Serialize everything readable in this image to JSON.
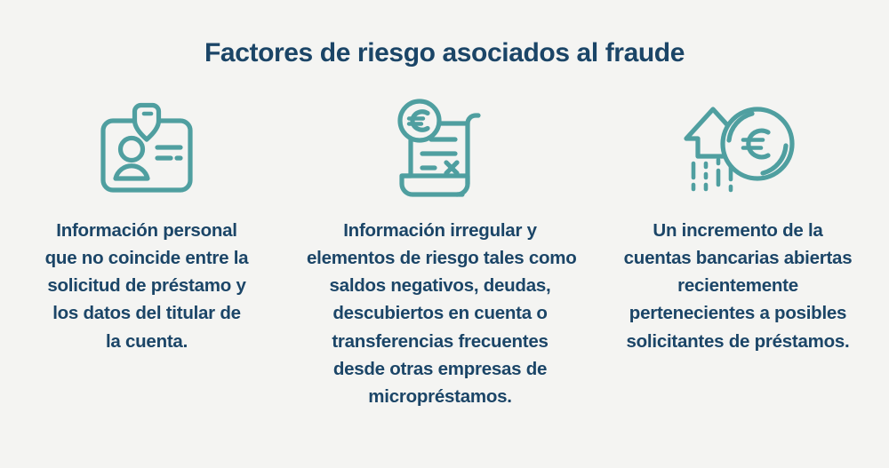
{
  "page": {
    "title": "Factores de riesgo asociados al fraude",
    "background_color": "#f4f4f2",
    "text_color": "#1b4567",
    "icon_color": "#4f9fa0"
  },
  "columns": [
    {
      "icon": "id-card-person-icon",
      "caption": "Información personal que no coincide entre la solicitud de préstamo y los datos del titular de la cuenta.",
      "lines": [
        "Información personal",
        "que no coincide entre la",
        "solicitud de préstamo y",
        "los datos del titular de",
        "la cuenta."
      ]
    },
    {
      "icon": "invoice-scroll-euro-icon",
      "caption": "Información irregular y elementos de riesgo tales como saldos negativos, deudas, descubiertos en cuenta o transferencias frecuentes desde otras empresas de micropréstamos.",
      "lines": [
        "Información irregular y",
        "elementos de riesgo tales como",
        "saldos negativos, deudas,",
        "descubiertos en cuenta o",
        "transferencias frecuentes",
        "desde otras empresas de",
        "micropréstamos."
      ]
    },
    {
      "icon": "rising-arrow-euro-coin-icon",
      "caption": "Un incremento de la cuentas bancarias abiertas recientemente pertenecientes a posibles solicitantes de préstamos.",
      "lines": [
        "Un incremento de la",
        "cuentas bancarias abiertas",
        "recientemente",
        "pertenecientes a posibles",
        "solicitantes de préstamos."
      ]
    }
  ]
}
